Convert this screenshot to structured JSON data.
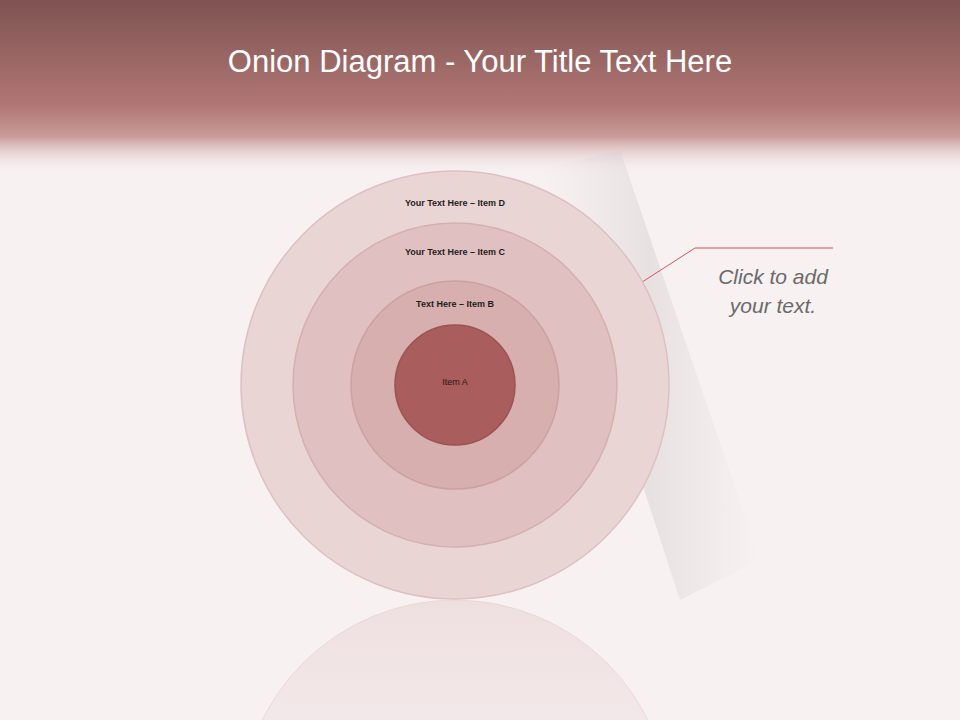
{
  "diagram": {
    "title": "Onion Diagram - Your Title Text Here",
    "nodes": [
      {
        "text": [
          "Your Text Here – Item D"
        ]
      },
      {
        "text": [
          "Your Text Here – Item C"
        ],
        "in": 0
      },
      {
        "text": [
          "Text Here – Item B"
        ],
        "in": 1
      },
      {
        "text": [
          "Item A"
        ],
        "in": 2
      }
    ],
    "labels": [
      "Click to add your text."
    ]
  }
}
